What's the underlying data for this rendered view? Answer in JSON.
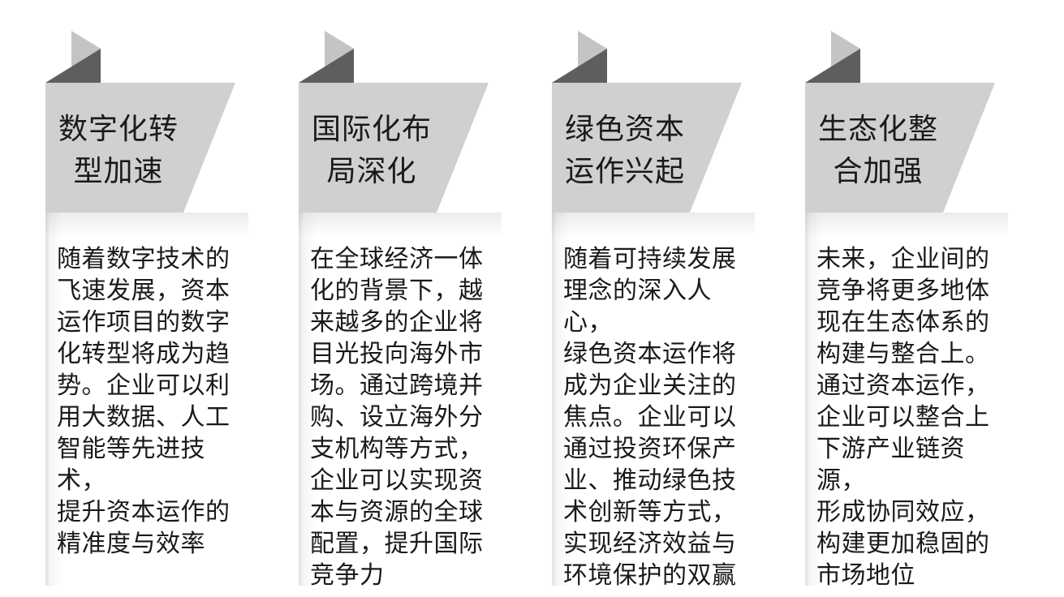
{
  "colors": {
    "fold_light": "#c3c4c6",
    "fold_dark": "#5d5e60",
    "label_fill": "#cfd0d2",
    "text": "#1a1a1a"
  },
  "cards": [
    {
      "title": "数字化转\n型加速",
      "body": "随着数字技术的\n飞速发展，资本\n运作项目的数字\n化转型将成为趋\n势。企业可以利\n用大数据、人工\n智能等先进技术，\n提升资本运作的\n精准度与效率"
    },
    {
      "title": "国际化布\n局深化",
      "body": "在全球经济一体\n化的背景下，越\n来越多的企业将\n目光投向海外市\n场。通过跨境并\n购、设立海外分\n支机构等方式，\n企业可以实现资\n本与资源的全球\n配置，提升国际\n竞争力"
    },
    {
      "title": "绿色资本\n运作兴起",
      "body": "随着可持续发展\n理念的深入人心，\n绿色资本运作将\n成为企业关注的\n焦点。企业可以\n通过投资环保产\n业、推动绿色技\n术创新等方式，\n实现经济效益与\n环境保护的双赢"
    },
    {
      "title": "生态化整\n合加强",
      "body": "未来，企业间的\n竞争将更多地体\n现在生态体系的\n构建与整合上。\n通过资本运作，\n企业可以整合上\n下游产业链资源，\n形成协同效应，\n构建更加稳固的\n市场地位"
    }
  ]
}
